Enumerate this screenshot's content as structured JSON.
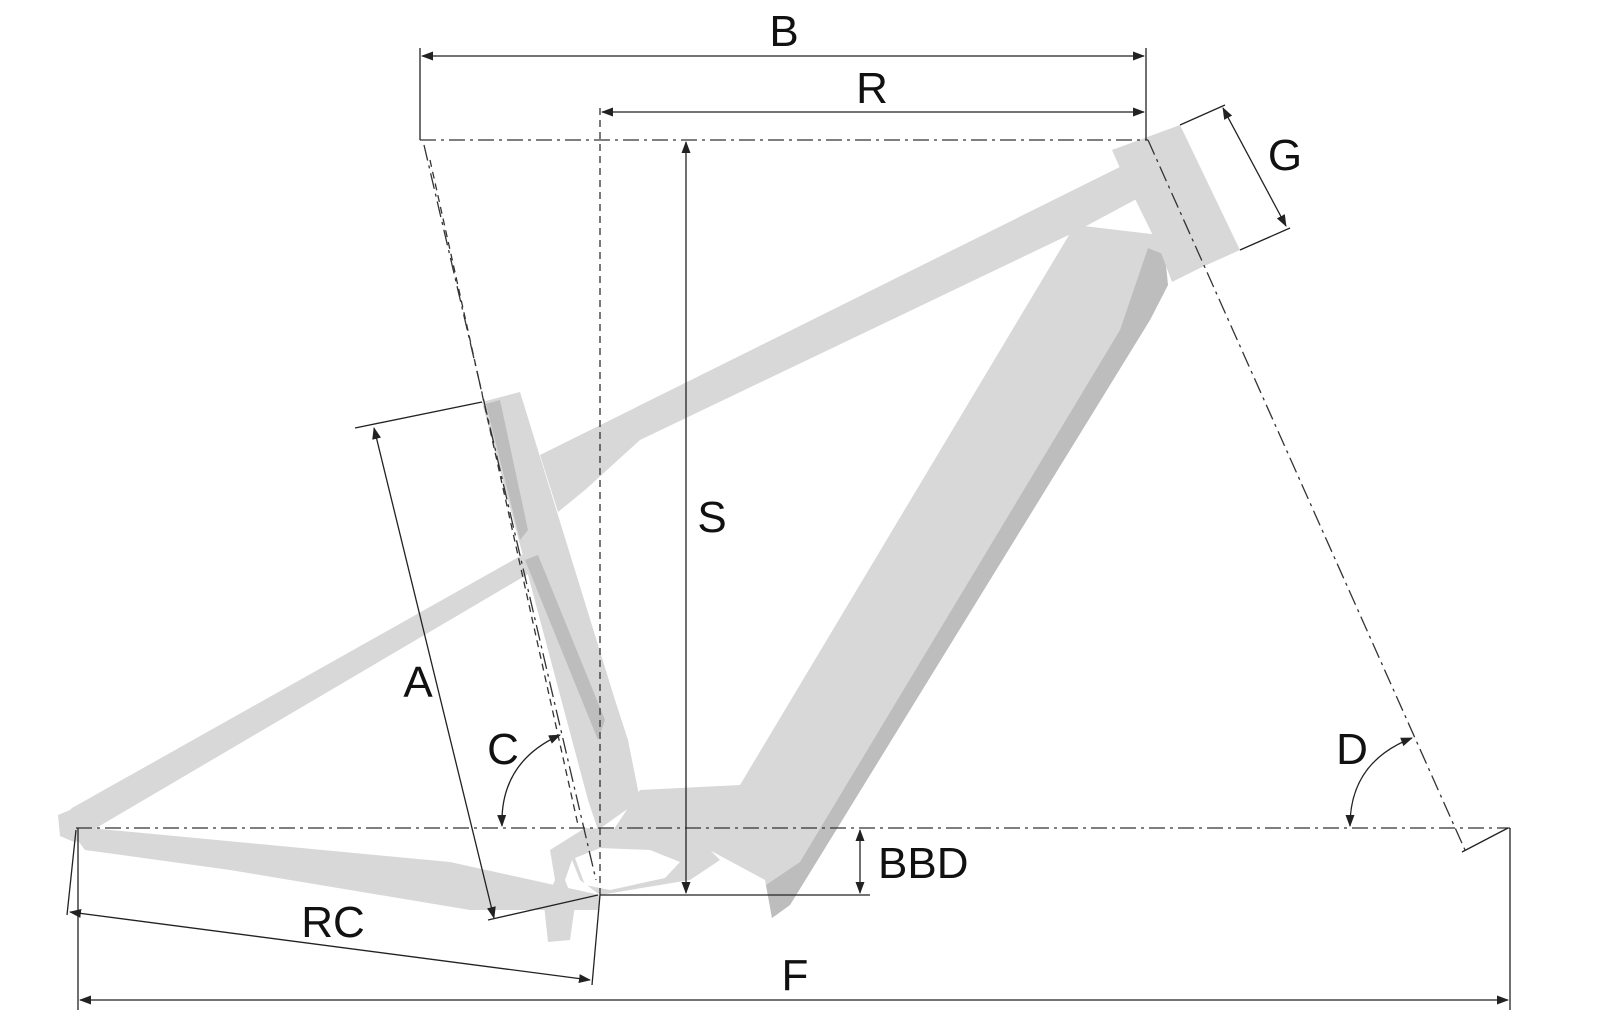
{
  "diagram": {
    "labels": {
      "B": "B",
      "R": "R",
      "G": "G",
      "S": "S",
      "A": "A",
      "C": "C",
      "D": "D",
      "BBD": "BBD",
      "RC": "RC",
      "F": "F"
    },
    "colors": {
      "frame": "#d8d8d8",
      "frame_shade": "#bdbdbd",
      "lines": "#222222"
    }
  }
}
